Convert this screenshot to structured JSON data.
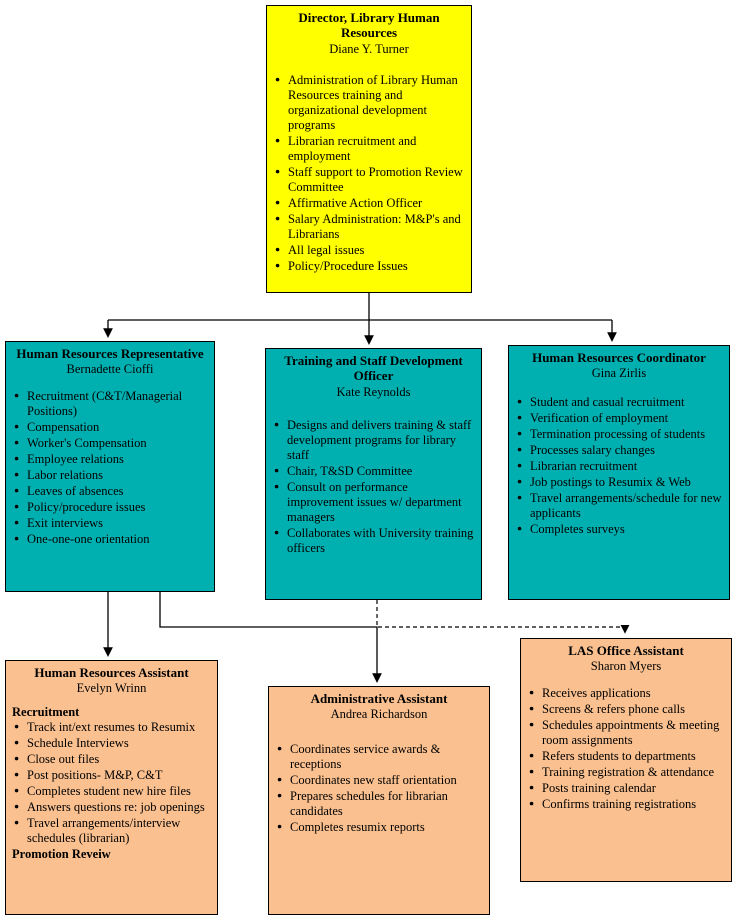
{
  "colors": {
    "director_fill": "#FFFF00",
    "level2_fill": "#00B0B0",
    "level3_fill": "#FAC090",
    "border": "#000000",
    "connector": "#000000"
  },
  "director": {
    "title": "Director, Library Human Resources",
    "name": "Diane Y. Turner",
    "duties": [
      "Administration of Library Human Resources training and organizational development programs",
      "Librarian recruitment and employment",
      "Staff support to Promotion Review Committee",
      "Affirmative Action Officer",
      "Salary Administration: M&P's and Librarians",
      "All legal issues",
      "Policy/Procedure Issues"
    ]
  },
  "hr_representative": {
    "title": "Human Resources Representative",
    "name": "Bernadette Cioffi",
    "duties": [
      "Recruitment (C&T/Managerial Positions)",
      "Compensation",
      "Worker's Compensation",
      "Employee relations",
      "Labor relations",
      "Leaves of absences",
      "Policy/procedure issues",
      "Exit interviews",
      "One-one-one orientation"
    ]
  },
  "training_officer": {
    "title": "Training and Staff Development Officer",
    "name": "Kate Reynolds",
    "duties": [
      "Designs and delivers training & staff development programs for library staff",
      "Chair, T&SD Committee",
      "Consult on performance improvement issues w/ department managers",
      "Collaborates with University training officers"
    ]
  },
  "hr_coordinator": {
    "title": "Human Resources Coordinator",
    "name": "Gina Zirlis",
    "duties": [
      "Student and casual recruitment",
      "Verification of employment",
      "Termination processing of students",
      "Processes salary changes",
      "Librarian recruitment",
      "Job postings to Resumix & Web",
      "Travel arrangements/schedule for new applicants",
      "Completes surveys"
    ]
  },
  "hr_assistant": {
    "title": "Human Resources Assistant",
    "name": "Evelyn Wrinn",
    "section_header": "Recruitment",
    "duties": [
      "Track int/ext resumes to Resumix",
      "Schedule Interviews",
      "Close out files",
      "Post positions- M&P, C&T",
      "Completes student new hire files",
      "Answers questions re: job openings",
      "Travel arrangements/interview schedules (librarian)"
    ],
    "section_footer": "Promotion Reveiw"
  },
  "administrative_assistant": {
    "title": "Administrative Assistant",
    "name": "Andrea Richardson",
    "duties": [
      "Coordinates service awards & receptions",
      "Coordinates new staff orientation",
      "Prepares schedules for librarian candidates",
      "Completes resumix reports"
    ]
  },
  "las_office_assistant": {
    "title": "LAS Office Assistant",
    "name": "Sharon Myers",
    "duties": [
      "Receives applications",
      "Screens & refers phone calls",
      "Schedules appointments & meeting room assignments",
      "Refers students to departments",
      "Training registration & attendance",
      "Posts training calendar",
      "Confirms training registrations"
    ]
  }
}
